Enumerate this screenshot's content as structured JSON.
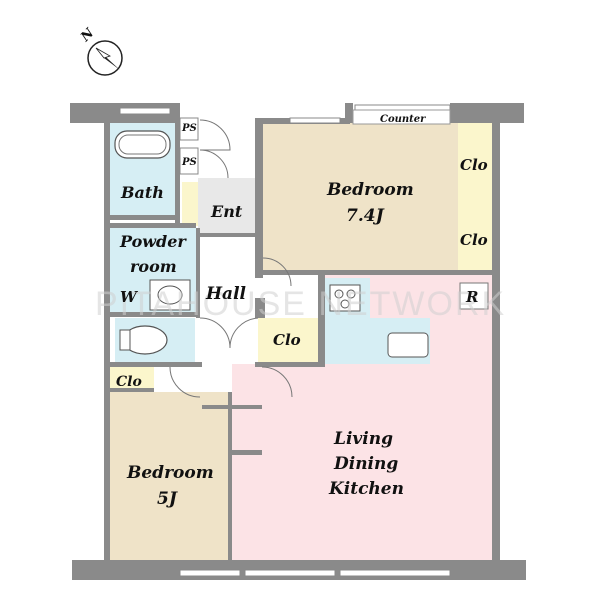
{
  "compass": {
    "north_label": "N"
  },
  "watermark": "PITAHOUSE NETWORK",
  "rooms": {
    "bath": "Bath",
    "entrance": "Ent",
    "powder_room": [
      "Powder",
      "room"
    ],
    "washer": "W",
    "hall": "Hall",
    "closet": "Clo",
    "bedroom_main": {
      "name": "Bedroom",
      "size": "7.4J"
    },
    "bedroom_small": {
      "name": "Bedroom",
      "size": "5J"
    },
    "ldk": [
      "Living",
      "Dining",
      "Kitchen"
    ],
    "refrigerator": "R",
    "pipe_space": "PS",
    "counter": "Counter"
  },
  "colors": {
    "bedroom": "#efe3c8",
    "ldk": "#fce3e6",
    "wet_area": "#d6eef4",
    "closet": "#fbf6cc",
    "entrance": "#e8e8e8",
    "wall": "#8a8a8a"
  }
}
